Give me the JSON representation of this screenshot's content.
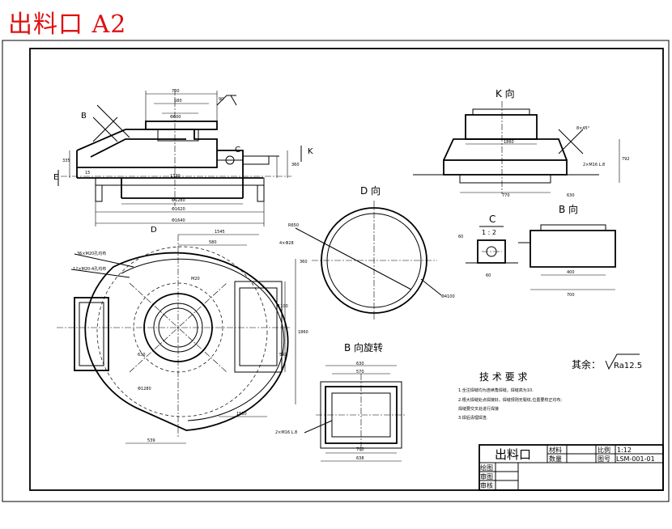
{
  "header": {
    "title": "出料口 A2"
  },
  "views": {
    "k_view": "K  向",
    "d_view": "D  向",
    "c_view": "C",
    "c_scale": "1 : 2",
    "b_view": "B  向",
    "b_rotated": "B  向旋转",
    "label_b": "B",
    "label_e": "E",
    "label_c": "C",
    "label_k": "K",
    "label_d": "D"
  },
  "dimensions": {
    "phi1280": "Φ1280",
    "phi1620": "Φ1620",
    "phi1640": "Φ1640",
    "phi600": "Φ600",
    "d1545": "1545",
    "d580": "580",
    "d1330": "1330",
    "d335": "335",
    "d539": "539",
    "d770": "770",
    "d1550": "1550",
    "d792": "792",
    "d700": "700",
    "d400": "400",
    "d638": "638",
    "d570": "570",
    "d592": "592",
    "d630": "630",
    "d1860": "1860",
    "d1100": "1100",
    "d360": "360",
    "d580b": "580",
    "phi4100": "Φ4100",
    "r650": "R650",
    "d15": "15",
    "d60": "60",
    "d90": "90",
    "bolt_note": "36×M20孔均布",
    "bolt_note2": "12×M20-4孔均布",
    "m20": "M20",
    "note_2m16": "2×M16 L.8",
    "d4": "4×Φ28",
    "r_chamfer": "8×45°"
  },
  "roughness": {
    "label": "其余：",
    "value": "Ra12.5"
  },
  "tech": {
    "title": "技 术 要 求",
    "items": [
      "1.全注焊缝均为连续角焊缝，焊缝高为10.",
      "2.根大焊缝处点焊接好，焊缝规则无裂纹,位置要校正均布;",
      "   焊缝要交叉处进行焊接",
      "3.焊后清理焊渣."
    ]
  },
  "title_block": {
    "name": "出料口",
    "material_label": "材料",
    "quantity_label": "数量",
    "scale_label": "比例",
    "scale_value": "1:12",
    "drawing_no_label": "图号",
    "drawing_no_value": "LSM-001-01",
    "drawn_label": "绘图",
    "check_label": "审图",
    "approve_label": "审核"
  }
}
